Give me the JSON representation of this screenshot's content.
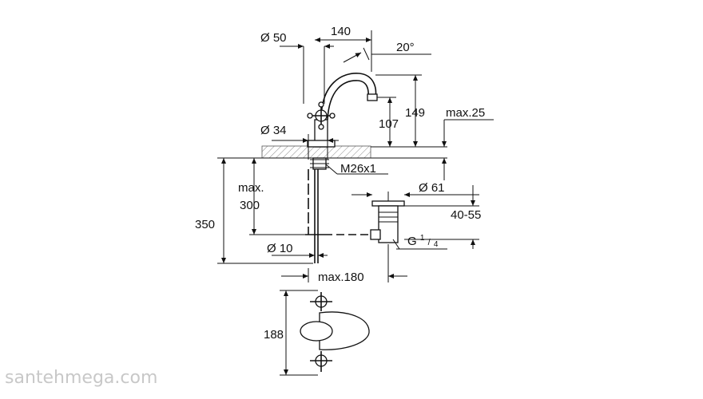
{
  "dimensions": {
    "top_diameter": "Ø 50",
    "spout_reach": "140",
    "swivel_angle": "20°",
    "spout_height": "149",
    "spout_outlet_height": "107",
    "deck_thickness": "max.25",
    "shank_diameter": "Ø 34",
    "thread": "M26x1",
    "hose_length_line1": "max.",
    "hose_length_line2": "300",
    "total_depth": "350",
    "pipe_diameter": "Ø 10",
    "waste_diameter": "Ø 61",
    "waste_range": "40-55",
    "waste_thread_base": "G",
    "waste_thread_num": "1",
    "waste_thread_den": "4",
    "waste_reach": "max.180",
    "top_view_width": "188"
  },
  "watermark": "santehmega.com"
}
